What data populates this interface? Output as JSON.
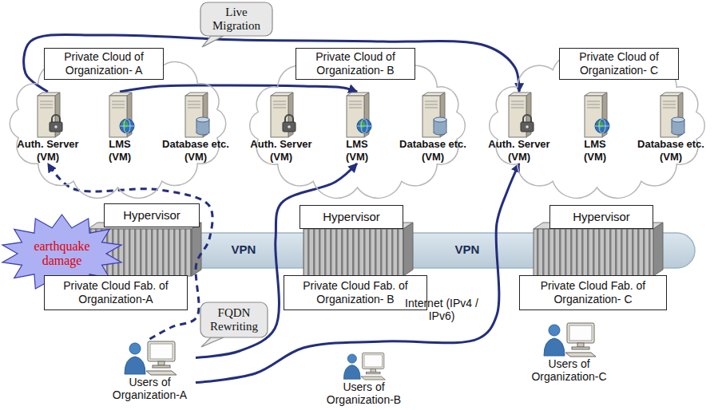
{
  "diagram": {
    "nodes": [
      {
        "text": [
          "Live Migration"
        ]
      },
      {
        "text": [
          "Private Cloud of Organization- A"
        ]
      },
      {
        "text": [
          "Auth. Server (VM)"
        ],
        "in": 1
      },
      {
        "text": [
          "LMS (VM)"
        ],
        "in": 1
      },
      {
        "text": [
          "Database etc. (VM)"
        ],
        "in": 1
      },
      {
        "text": [
          "Private Cloud of Organization- B"
        ]
      },
      {
        "text": [
          "Auth. Server (VM)"
        ],
        "in": 5
      },
      {
        "text": [
          "LMS (VM)"
        ],
        "in": 5
      },
      {
        "text": [
          "Database etc. (VM)"
        ],
        "in": 5
      },
      {
        "text": [
          "Private Cloud of Organization- C"
        ]
      },
      {
        "text": [
          "Auth. Server (VM)"
        ],
        "in": 9
      },
      {
        "text": [
          "LMS (VM)"
        ],
        "in": 9
      },
      {
        "text": [
          "Database etc. (VM)"
        ],
        "in": 9
      },
      {
        "text": [
          "Hypervisor"
        ]
      },
      {
        "text": [
          "Hypervisor"
        ]
      },
      {
        "text": [
          "Hypervisor"
        ]
      },
      {
        "text": [
          "earthquake damage"
        ]
      },
      {
        "text": [
          "Private Cloud Fab. of Organization-A"
        ]
      },
      {
        "text": [
          "Private Cloud Fab. of Organization- B"
        ]
      },
      {
        "text": [
          "Private Cloud Fab. of Organization- C"
        ]
      },
      {
        "text": [
          "FQDN Rewriting"
        ]
      },
      {
        "text": [
          "Users of Organization-A"
        ]
      },
      {
        "text": [
          "Users of Organization-B"
        ]
      },
      {
        "text": [
          "Users of Organization-C"
        ]
      }
    ],
    "edges": [
      {
        "from": 2,
        "to": 10,
        "arrow": "to"
      },
      {
        "from": 3,
        "to": 7,
        "arrow": "to"
      },
      {
        "from": 21,
        "to": 2,
        "arrow": "to"
      },
      {
        "from": 21,
        "to": 7,
        "arrow": "to"
      },
      {
        "from": 21,
        "to": 10,
        "arrow": "to"
      }
    ],
    "labels": [
      "VPN",
      "VPN",
      "Internet (IPv4 / IPv6)"
    ]
  }
}
